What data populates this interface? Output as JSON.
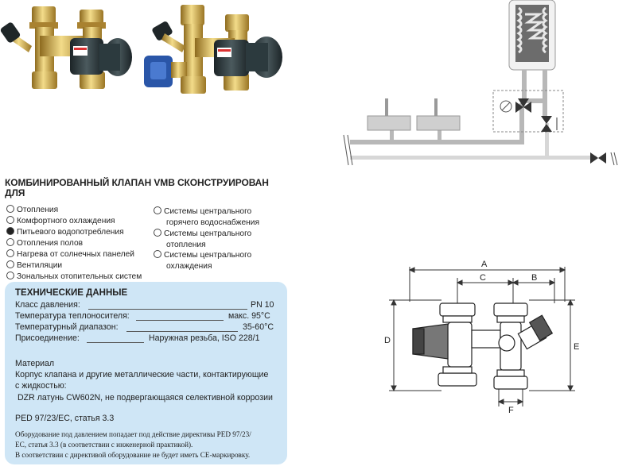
{
  "heading": "КОМБИНИРОВАННЫЙ КЛАПАН VMB СКОНСТРУИРОВАН ДЛЯ",
  "applications": [
    {
      "label": "Отопления",
      "selected": false
    },
    {
      "label": "Комфортного охлаждения",
      "selected": false
    },
    {
      "label": "Питьевого водопотребления",
      "selected": true
    },
    {
      "label": "Отопления полов",
      "selected": false
    },
    {
      "label": "Нагрева от солнечных панелей",
      "selected": false
    },
    {
      "label": "Вентиляции",
      "selected": false
    },
    {
      "label": "Зональных отопительных систем",
      "selected": false
    },
    {
      "label_lines": [
        "Системы центрального",
        "горячего водоснабжения"
      ],
      "selected": false
    },
    {
      "label_lines": [
        "Системы центрального",
        "отопления"
      ],
      "selected": false
    },
    {
      "label_lines": [
        "Системы центрального",
        "охлаждения"
      ],
      "selected": false
    }
  ],
  "tech": {
    "title": "ТЕХНИЧЕСКИЕ ДАННЫЕ",
    "specs": [
      {
        "key": "Класс давления:",
        "value": "PN 10"
      },
      {
        "key": "Температура теплоносителя:",
        "value": "макс. 95°C"
      },
      {
        "key": "Температурный диапазон:",
        "value": "35-60°C"
      },
      {
        "key": "Присоединение:",
        "value": "Наружная резьба, ISO 228/1"
      }
    ],
    "material_title": "Материал",
    "material_lines": [
      "Корпус клапана и другие металлические части, контактирующие",
      "с жидкостью:",
      "DZR латунь CW602N, не подвергающаяся селективной коррозии"
    ],
    "ped": "PED 97/23/EC, статья 3.3",
    "note_lines": [
      "Оборудование под давлением попадает под действие директивы PED 97/23/",
      "EC, статья 3.3 (в соответствии с инженерной практикой).",
      "В соответствии с директивой оборудование не будет иметь CE-маркировку."
    ]
  },
  "dimensions": {
    "A": "A",
    "B": "B",
    "C": "C",
    "D": "D",
    "E": "E",
    "F": "F"
  },
  "colors": {
    "panel": "#cfe6f6",
    "brass": "#c9a445",
    "handle": "#2c3a3e",
    "blue_knob": "#2a56a8",
    "pipe": "#b8b8b8"
  }
}
